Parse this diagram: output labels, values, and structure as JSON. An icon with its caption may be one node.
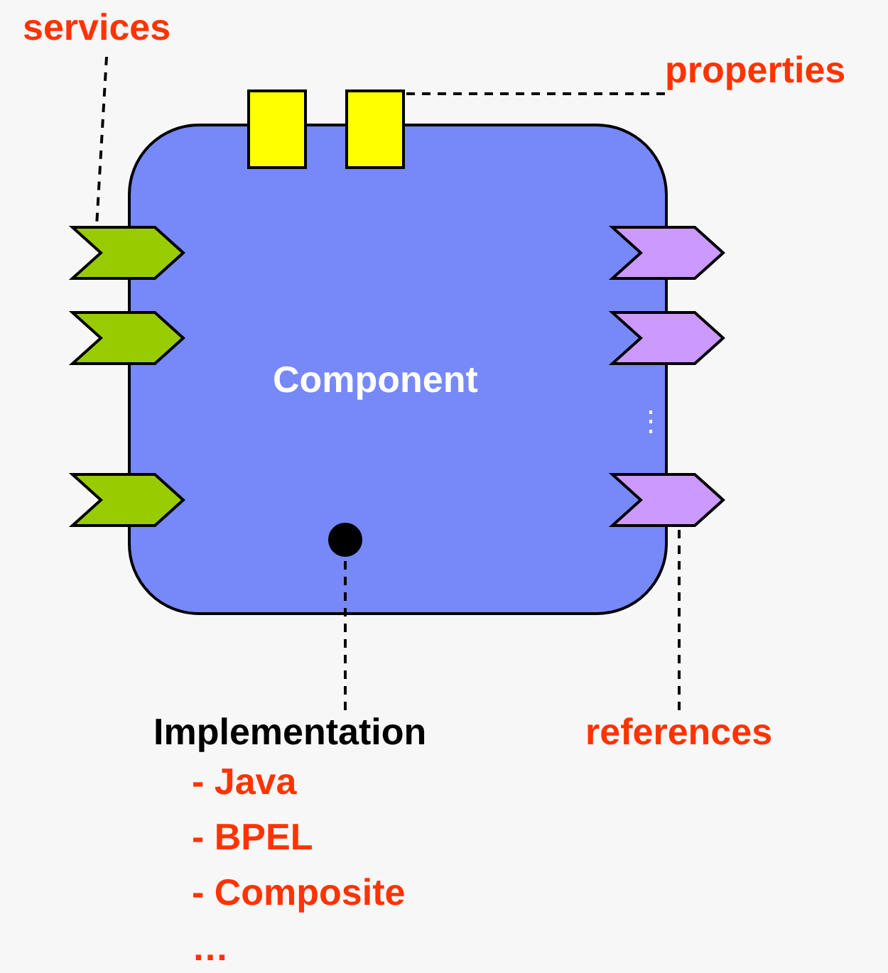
{
  "diagram": {
    "nodes": [
      {
        "text": [
          "Component"
        ]
      },
      {
        "text": [],
        "shape": "chevron"
      },
      {
        "text": [],
        "shape": "chevron"
      },
      {
        "text": [],
        "shape": "chevron"
      },
      {
        "text": [],
        "shape": "chevron"
      },
      {
        "text": [],
        "shape": "chevron"
      },
      {
        "text": [],
        "shape": "chevron"
      },
      {
        "text": [],
        "shape": "box"
      },
      {
        "text": [],
        "shape": "box"
      },
      {
        "text": [],
        "shape": "circle",
        "in": 0
      },
      {
        "text": [
          "services"
        ]
      },
      {
        "text": [
          "properties"
        ]
      },
      {
        "text": [
          "Implementation",
          "- Java",
          "- BPEL",
          "- Composite",
          "…"
        ]
      },
      {
        "text": [
          "references"
        ]
      }
    ],
    "edges": [
      {
        "from": 10,
        "to": 1,
        "arrow": "none",
        "style": "dashed"
      },
      {
        "from": 11,
        "to": 8,
        "arrow": "none",
        "style": "dashed"
      },
      {
        "from": 12,
        "to": 9,
        "arrow": "none",
        "style": "dashed"
      },
      {
        "from": 13,
        "to": 6,
        "arrow": "none",
        "style": "dashed"
      }
    ],
    "labels": [
      "⋮"
    ]
  }
}
